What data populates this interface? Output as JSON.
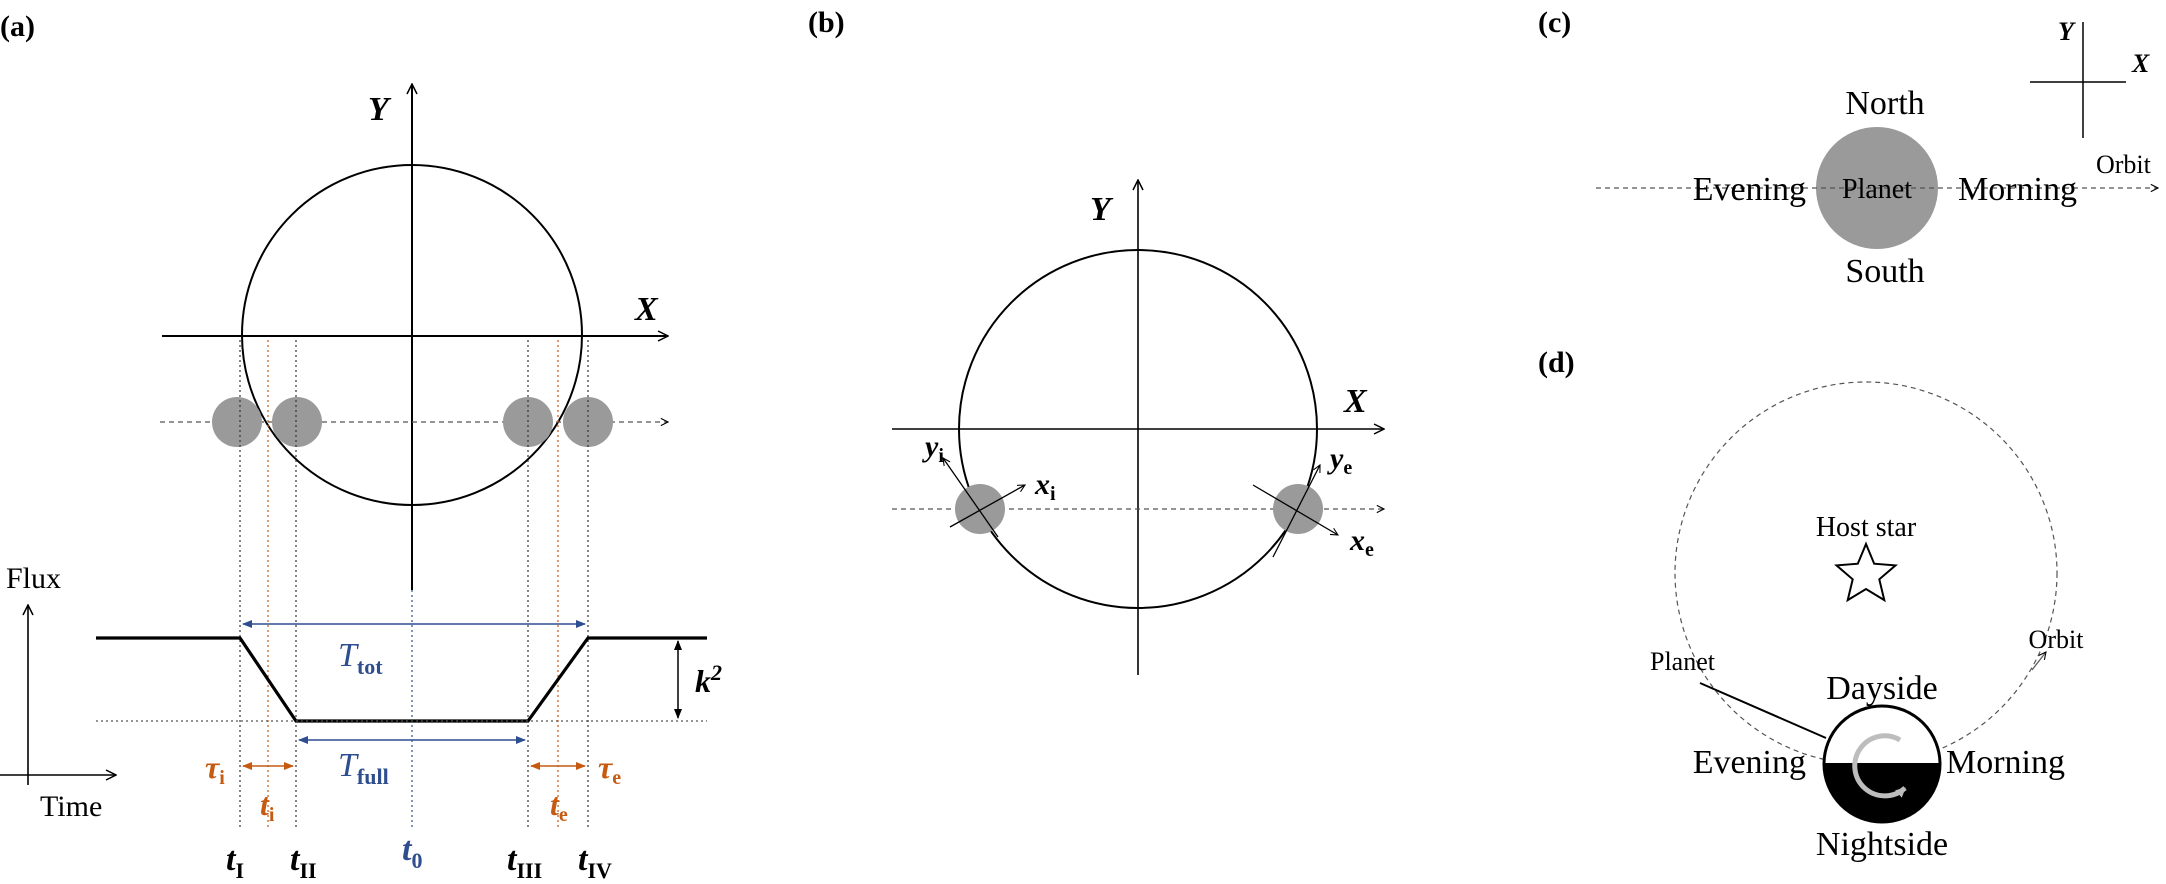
{
  "colors": {
    "line": "#000000",
    "blue": "#2e4e8f",
    "orange": "#c55a11",
    "gray": "#9a9a9a",
    "black_fill": "#000000",
    "white": "#ffffff"
  },
  "panel_a": {
    "tag": "(a)",
    "y_axis": "Y",
    "x_axis": "X",
    "flux_label": "Flux",
    "time_label": "Time",
    "T_tot": "T",
    "T_tot_sub": "tot",
    "T_full": "T",
    "T_full_sub": "full",
    "k2": "k",
    "k2_sup": "2",
    "tau_i": "τ",
    "tau_i_sub": "i",
    "tau_e": "τ",
    "tau_e_sub": "e",
    "t_i": "t",
    "t_i_sub": "i",
    "t_e": "t",
    "t_e_sub": "e",
    "t0": "t",
    "t0_sub": "0",
    "tI": "t",
    "tI_sub": "I",
    "tII": "t",
    "tII_sub": "II",
    "tIII": "t",
    "tIII_sub": "III",
    "tIV": "t",
    "tIV_sub": "IV"
  },
  "panel_b": {
    "tag": "(b)",
    "y_axis": "Y",
    "x_axis": "X",
    "y_i": "y",
    "y_i_sub": "i",
    "x_i": "x",
    "x_i_sub": "i",
    "y_e": "y",
    "y_e_sub": "e",
    "x_e": "x",
    "x_e_sub": "e"
  },
  "panel_c": {
    "tag": "(c)",
    "north": "North",
    "south": "South",
    "evening": "Evening",
    "morning": "Morning",
    "planet": "Planet",
    "orbit": "Orbit",
    "y_axis": "Y",
    "x_axis": "X"
  },
  "panel_d": {
    "tag": "(d)",
    "host_star": "Host star",
    "orbit": "Orbit",
    "planet": "Planet",
    "dayside": "Dayside",
    "nightside": "Nightside",
    "evening": "Evening",
    "morning": "Morning"
  }
}
